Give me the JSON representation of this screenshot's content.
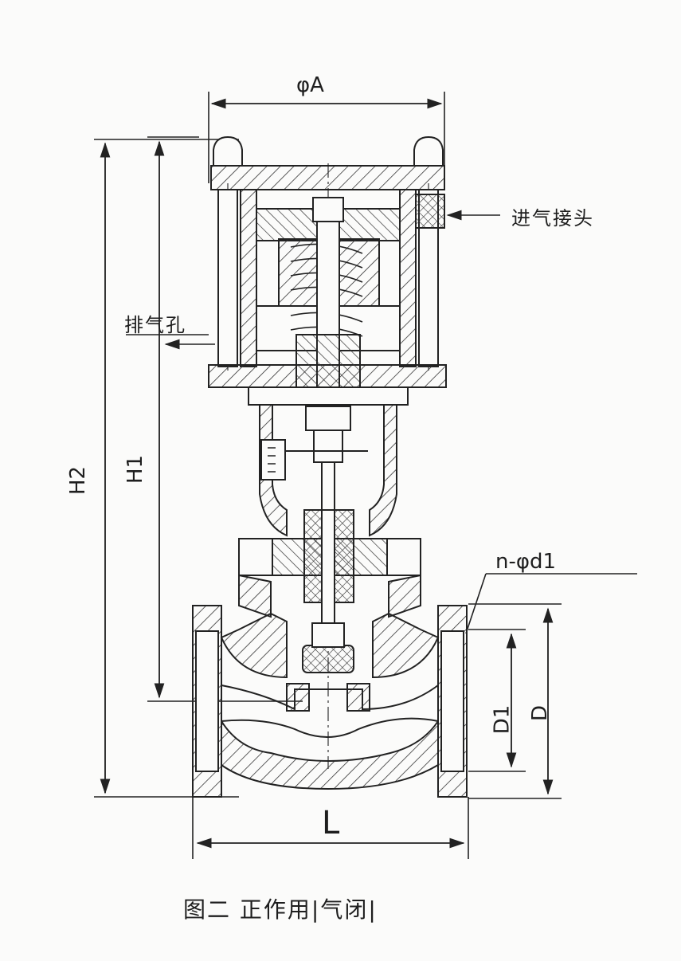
{
  "labels": {
    "phi_a": "φA",
    "inlet": "进气接头",
    "exhaust": "排气孔",
    "h1": "H1",
    "h2": "H2",
    "bolt_holes": "n-φd1",
    "d1": "D1",
    "d": "D",
    "l": "L"
  },
  "caption": "图二 正作用|气闭|"
}
